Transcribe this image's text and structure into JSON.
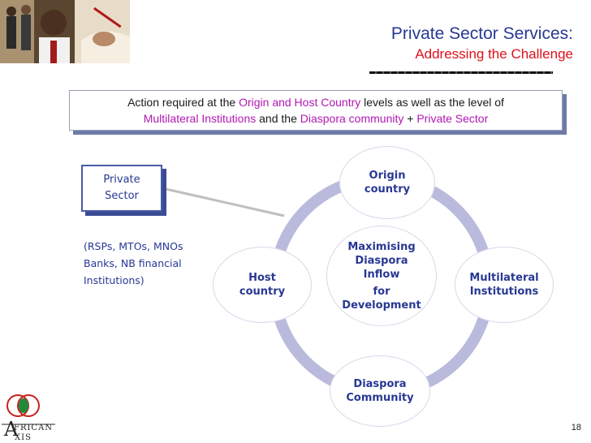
{
  "slide": {
    "title": "Private Sector Services:",
    "subtitle": "Addressing the Challenge",
    "page_number": "18"
  },
  "banner": {
    "t1": "Action required at the ",
    "h1": "Origin and Host Country",
    "t2": " levels as well as the level of",
    "h2": "Multilateral Institutions",
    "t3": " and the ",
    "h3": "Diaspora community",
    "t4": " + ",
    "h4": "Private Sector"
  },
  "private_sector": {
    "line1": "Private",
    "line2": "Sector",
    "detail": [
      "(RSPs, MTOs, MNOs",
      "Banks, NB financial",
      "Institutions)"
    ]
  },
  "cycle": {
    "center": [
      "Maximising",
      "Diaspora",
      "Inflow",
      "for",
      "Development"
    ],
    "top": [
      "Origin",
      "country"
    ],
    "right": [
      "Multilateral",
      "Institutions"
    ],
    "bottom": [
      "Diaspora",
      "Community"
    ],
    "left": [
      "Host",
      "country"
    ]
  },
  "logo": {
    "initial": "A",
    "line1": "FRICAN",
    "line2": "XIS"
  },
  "colors": {
    "title": "#283893",
    "subtitle": "#e0101b",
    "highlight": "#b217b3",
    "ring": "#b9badc"
  }
}
